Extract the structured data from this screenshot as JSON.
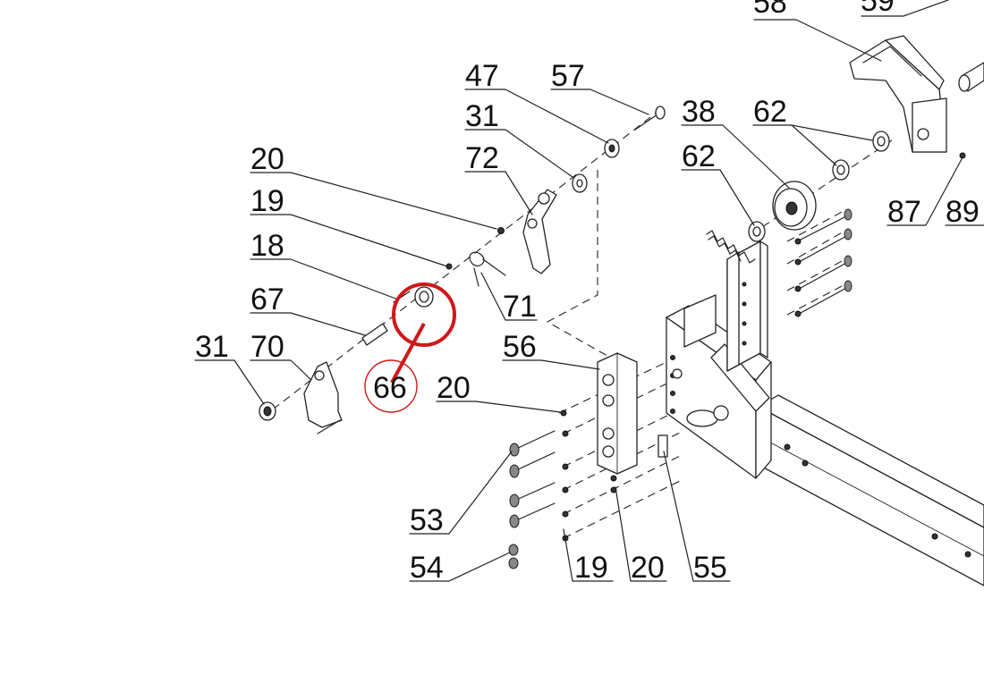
{
  "callouts": [
    {
      "id": "c1",
      "text": "58"
    },
    {
      "id": "c2",
      "text": "59"
    },
    {
      "id": "c3",
      "text": "47"
    },
    {
      "id": "c4",
      "text": "57"
    },
    {
      "id": "c5",
      "text": "31"
    },
    {
      "id": "c6",
      "text": "72"
    },
    {
      "id": "c7",
      "text": "38"
    },
    {
      "id": "c8",
      "text": "62"
    },
    {
      "id": "c9",
      "text": "62"
    },
    {
      "id": "c10",
      "text": "87"
    },
    {
      "id": "c11",
      "text": "89"
    },
    {
      "id": "c12",
      "text": "20"
    },
    {
      "id": "c13",
      "text": "19"
    },
    {
      "id": "c14",
      "text": "18"
    },
    {
      "id": "c15",
      "text": "67"
    },
    {
      "id": "c16",
      "text": "71"
    },
    {
      "id": "c17",
      "text": "31"
    },
    {
      "id": "c18",
      "text": "70"
    },
    {
      "id": "c19",
      "text": "56"
    },
    {
      "id": "c20",
      "text": "66"
    },
    {
      "id": "c21",
      "text": "20"
    },
    {
      "id": "c22",
      "text": "53"
    },
    {
      "id": "c23",
      "text": "54"
    },
    {
      "id": "c24",
      "text": "19"
    },
    {
      "id": "c25",
      "text": "20"
    },
    {
      "id": "c26",
      "text": "55"
    }
  ],
  "highlight": {
    "target_label": "66",
    "color": "#d01818"
  }
}
